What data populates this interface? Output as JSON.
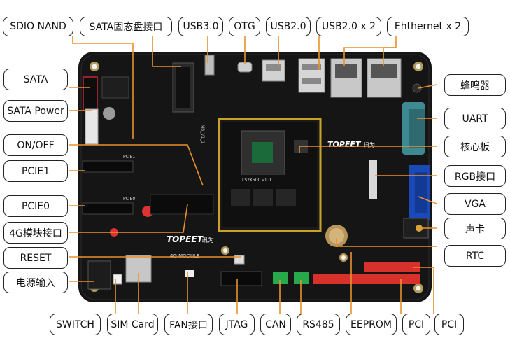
{
  "labels": {
    "sdio_nand": "SDIO NAND",
    "sata_ssd": "SATA固态盘接口",
    "usb30": "USB3.0",
    "otg": "OTG",
    "usb20": "USB2.0",
    "usb20x2": "USB2.0 x 2",
    "ethernet": "Ehthernet x 2",
    "sata": "SATA",
    "sata_power": "SATA Power",
    "on_off": "ON/OFF",
    "pcie1": "PCIE1",
    "pcie0": "PCIE0",
    "module_4g": "4G模块接口",
    "reset": "RESET",
    "power_in": "电源输入",
    "buzzer": "蜂鸣器",
    "uart": "UART",
    "core_board": "核心板",
    "rgb": "RGB接口",
    "vga": "VGA",
    "audio": "声卡",
    "rtc": "RTC",
    "switch": "SWITCH",
    "sim_card": "SIM Card",
    "fan": "FAN接口",
    "jtag": "JTAG",
    "can": "CAN",
    "rs485": "RS485",
    "eeprom": "EEPROM",
    "pci_1": "PCI",
    "pci_2": "PCI"
  },
  "board_marks": {
    "brand_core": "TOPEET",
    "brand_core_cn": "讯为",
    "brand_base": "TOPEET",
    "brand_base_cn": "讯为",
    "chip": "LS2K500 v1.0",
    "module_silk": "4G MODULE",
    "pcie1_silk": "PCIE1",
    "pcie0_silk": "PCIE0",
    "board_version": "MB_V1_1"
  },
  "colors": {
    "board": "#161616",
    "leader": "#e8912d",
    "header_red": "#d8302a",
    "terminal_green": "#27a84a",
    "vga_blue": "#1c49b8",
    "uart_teal": "#3e8a92",
    "gold": "#c9a227"
  }
}
